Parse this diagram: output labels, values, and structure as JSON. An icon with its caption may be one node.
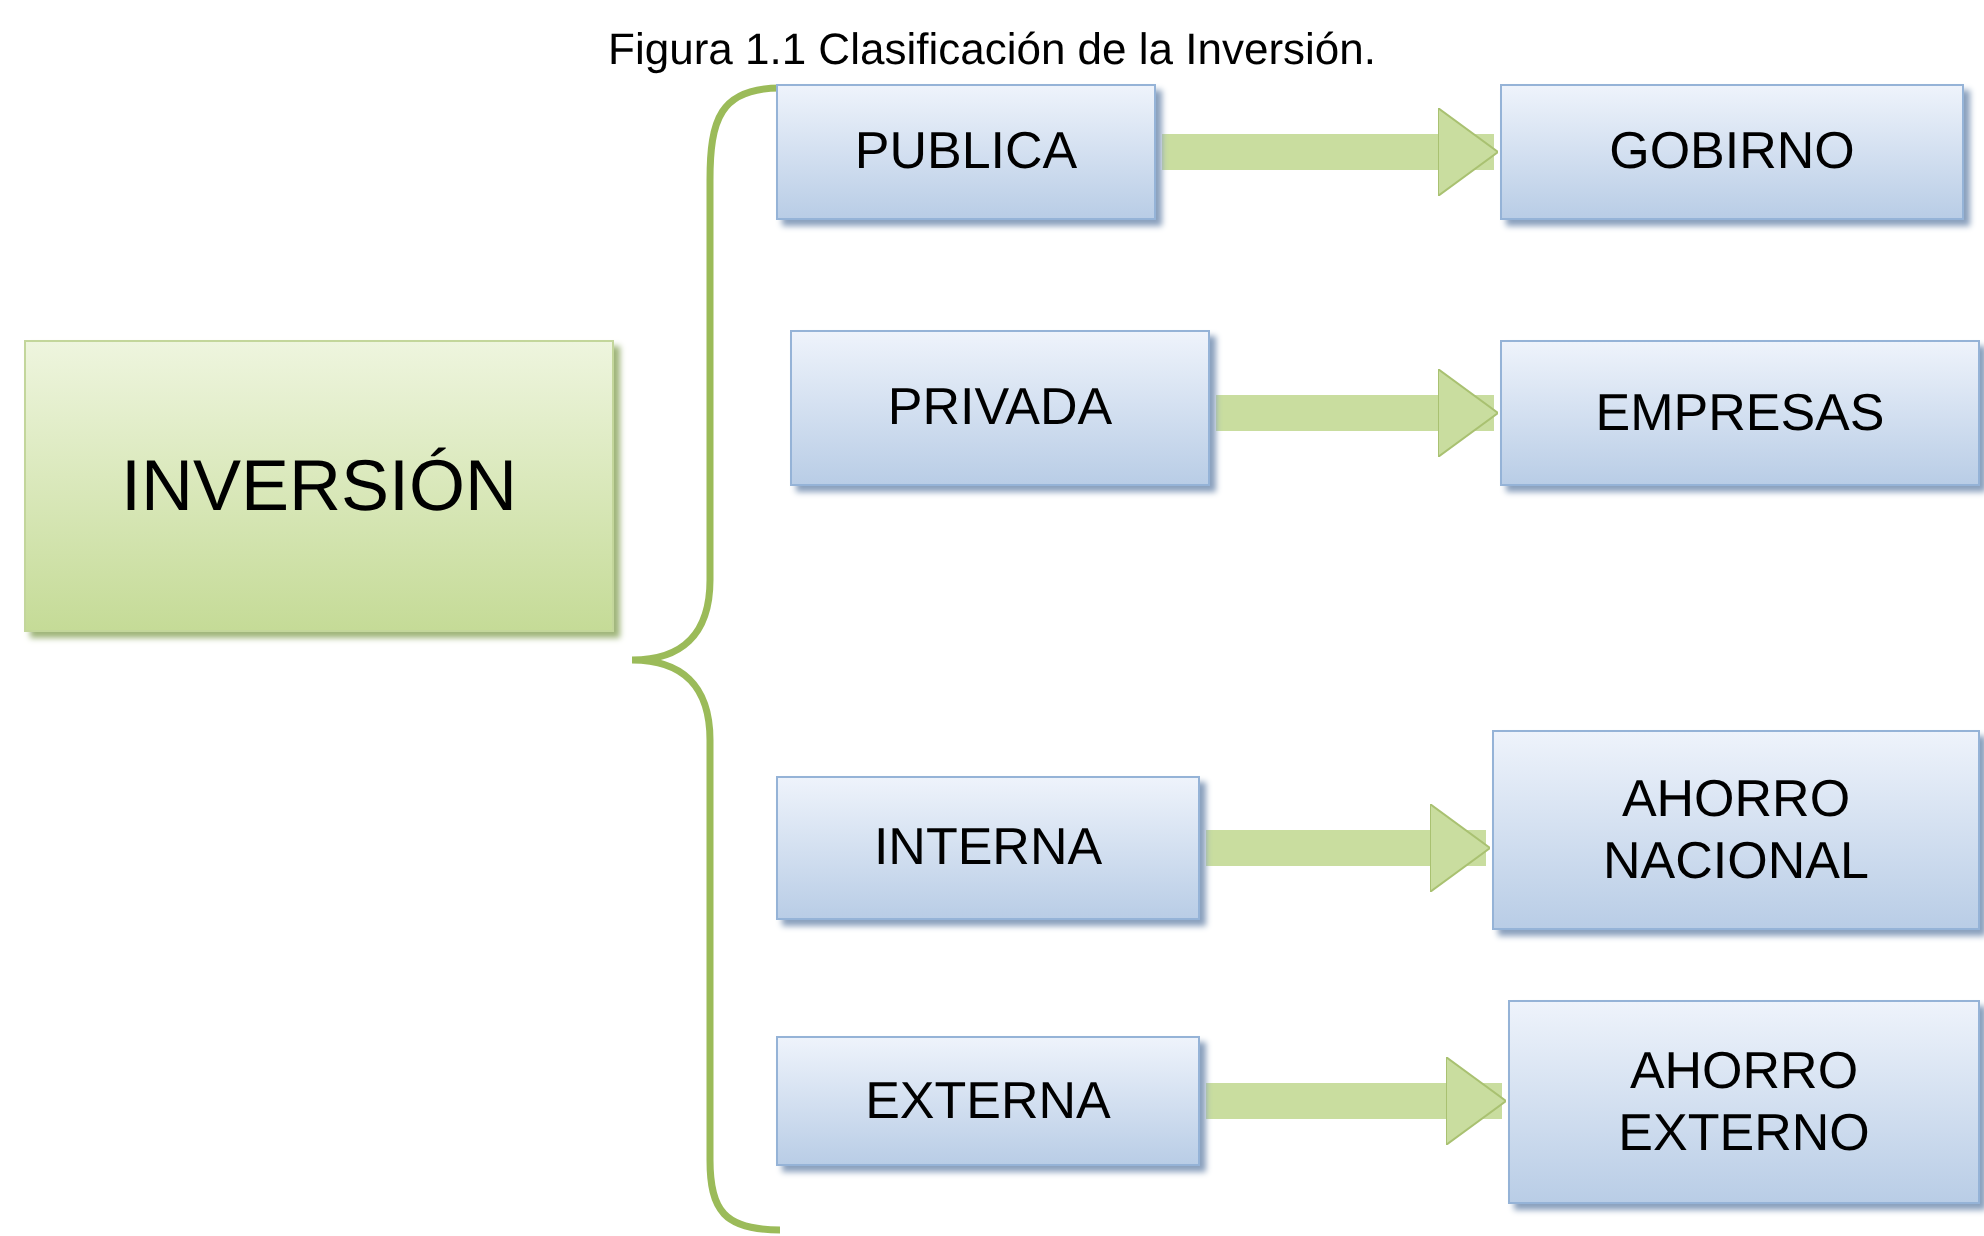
{
  "diagram": {
    "title": "Figura 1.1 Clasificación de la Inversión.",
    "nodes": [
      {
        "text": [
          "INVERSIÓN"
        ]
      },
      {
        "text": [
          "PUBLICA"
        ]
      },
      {
        "text": [
          "GOBIRNO"
        ]
      },
      {
        "text": [
          "PRIVADA"
        ]
      },
      {
        "text": [
          "EMPRESAS"
        ]
      },
      {
        "text": [
          "INTERNA"
        ]
      },
      {
        "text": [
          "AHORRO NACIONAL"
        ]
      },
      {
        "text": [
          "EXTERNA"
        ]
      },
      {
        "text": [
          "AHORRO EXTERNO"
        ]
      }
    ],
    "edges": [
      {
        "from": 1,
        "to": 2,
        "arrow": "to"
      },
      {
        "from": 3,
        "to": 4,
        "arrow": "to"
      },
      {
        "from": 5,
        "to": 6,
        "arrow": "to"
      },
      {
        "from": 7,
        "to": 8,
        "arrow": "to"
      }
    ]
  }
}
